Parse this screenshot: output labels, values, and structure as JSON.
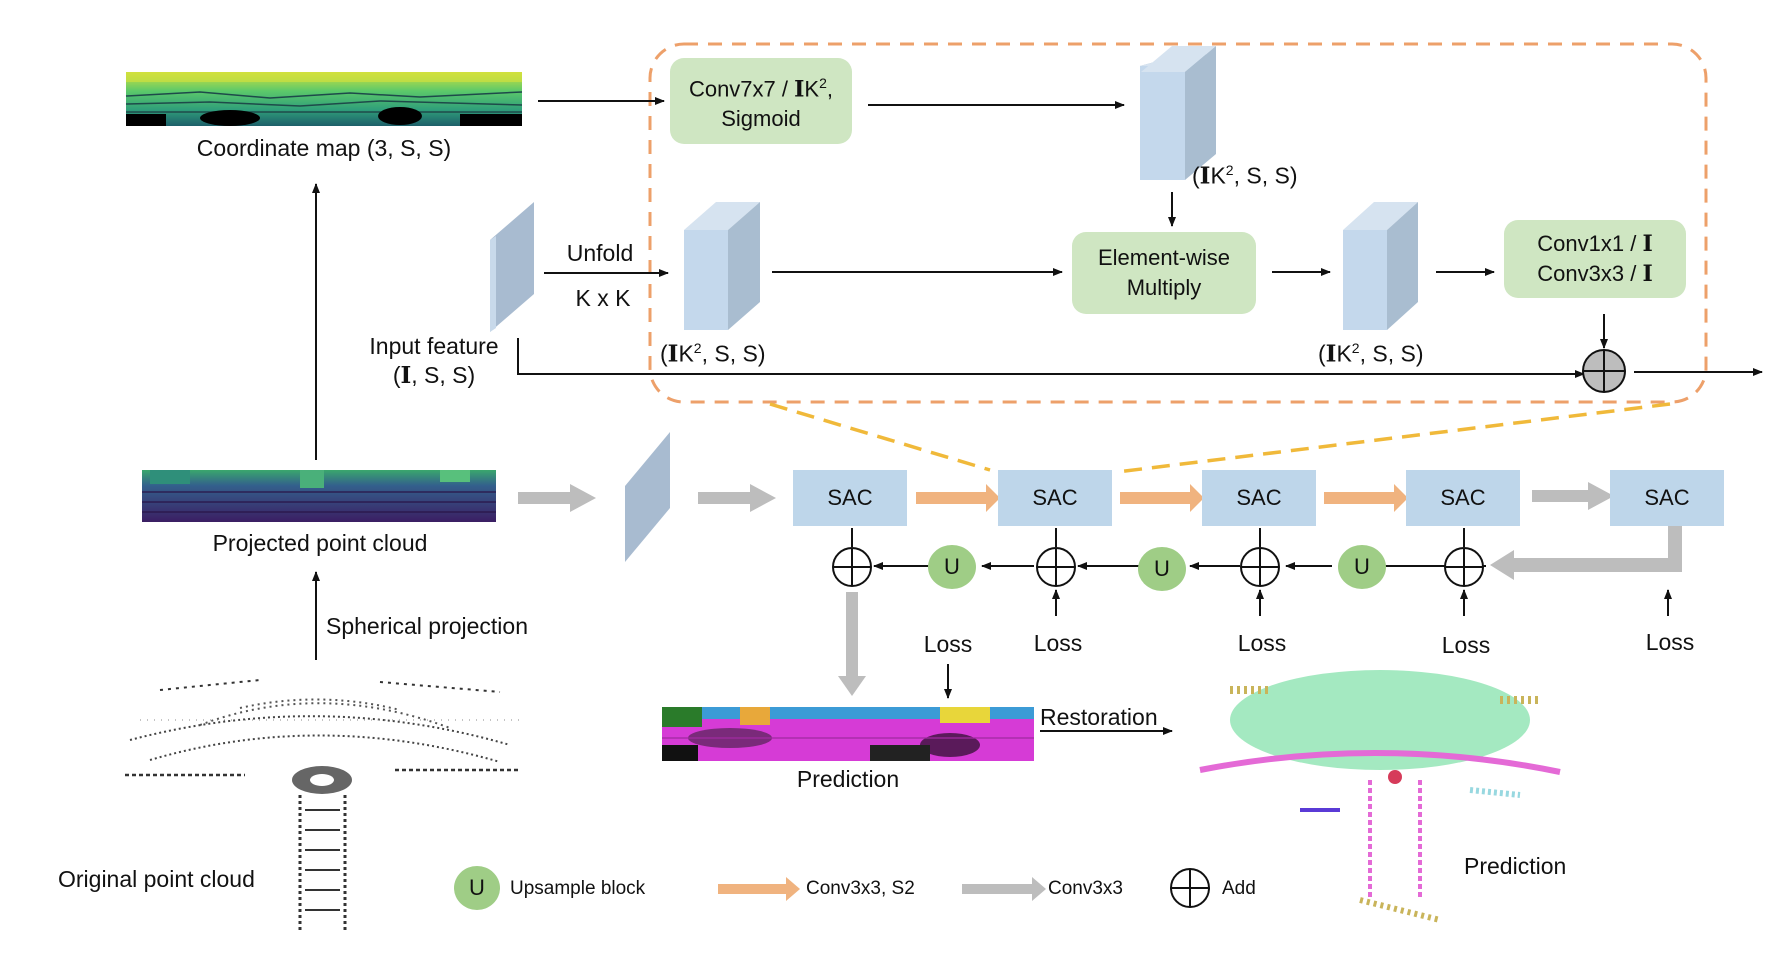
{
  "colors": {
    "orange_arrow": "#f0b37f",
    "gray_arrow": "#bdbdbd",
    "dashed_border": "#eda06a",
    "dashed_connector": "#f0b93a",
    "green_box": "#cfe6c2",
    "sac_box": "#bed6ea",
    "upsample_circle": "#9fcd86"
  },
  "images": {
    "coordinate_map": "Coordinate map (3, S, S)",
    "projected": "Projected point cloud",
    "original": "Original point cloud",
    "prediction_2d": "Prediction",
    "prediction_3d": "Prediction"
  },
  "labels": {
    "spherical_projection": "Spherical projection",
    "unfold": "Unfold",
    "kxk": "K x K",
    "input_feature_line1": "Input feature",
    "input_feature_line2_a": "(",
    "input_feature_line2_b": "I",
    "input_feature_line2_c": ", S, S)",
    "ik2_a": "(",
    "ik2_b": "I",
    "ik2_c": "K",
    "ik2_d": "2",
    "ik2_e": ", S, S)",
    "restoration": "Restoration"
  },
  "attention": {
    "conv7": {
      "line1_a": "Conv7x7 / ",
      "line1_b": "I",
      "line1_c": "K",
      "line1_d": "2",
      "line1_e": ",",
      "line2": "Sigmoid"
    },
    "element_wise": {
      "line1": "Element-wise",
      "line2": "Multiply"
    },
    "conv_out": {
      "line1_a": "Conv1x1 / ",
      "line1_b": "I",
      "line2_a": "Conv3x3 / ",
      "line2_b": "I"
    }
  },
  "pipeline": {
    "sac_label": "SAC",
    "upsample_label": "U",
    "loss_label": "Loss"
  },
  "legend": {
    "upsample_symbol": "U",
    "upsample": "Upsample block",
    "conv_s2": "Conv3x3, S2",
    "conv": "Conv3x3",
    "add": "Add"
  }
}
